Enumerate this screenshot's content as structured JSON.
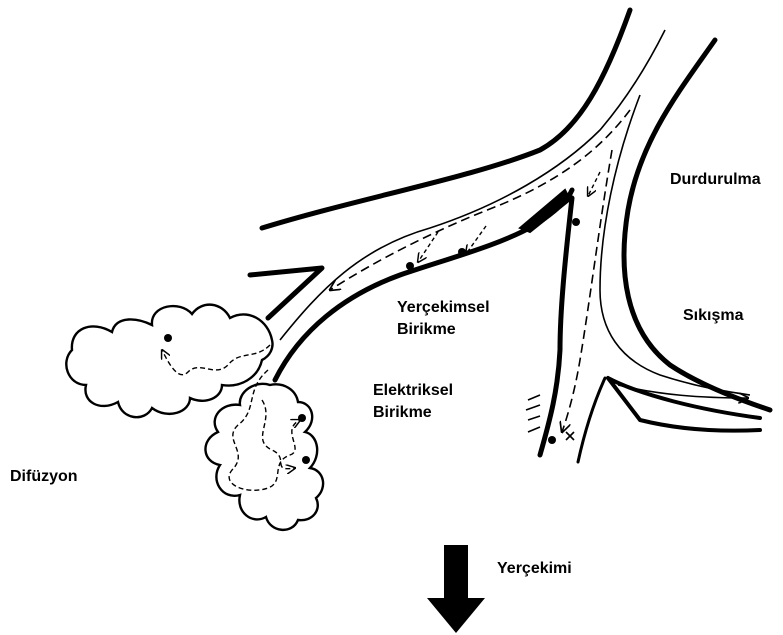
{
  "labels": {
    "durdurulma": "Durdurulma",
    "sikisma": "Sıkışma",
    "yercekimsel_line1": "Yerçekimsel",
    "yercekimsel_line2": "Birikme",
    "elektriksel_line1": "Elektriksel",
    "elektriksel_line2": "Birikme",
    "difuzyon": "Difüzyon",
    "yercekimi": "Yerçekimi"
  },
  "colors": {
    "ink": "#000000",
    "background": "#ffffff"
  }
}
